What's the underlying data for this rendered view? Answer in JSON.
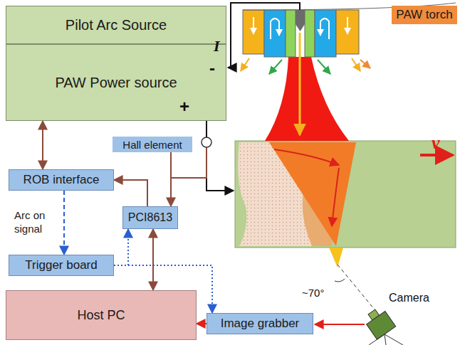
{
  "diagram": {
    "nodes": [
      {
        "text": [
          "Pilot Arc Source"
        ]
      },
      {
        "text": [
          "PAW Power source"
        ]
      },
      {
        "text": [
          "ROB interface"
        ]
      },
      {
        "text": [
          "PCI8613"
        ]
      },
      {
        "text": [
          "Trigger board"
        ]
      },
      {
        "text": [
          "Host PC"
        ]
      },
      {
        "text": [
          "Image grabber"
        ]
      },
      {
        "text": [
          "Hall element"
        ]
      },
      {
        "text": [
          "PAW torch"
        ]
      }
    ],
    "edges": [
      {
        "from": 1,
        "to": 2,
        "arrow": "both"
      },
      {
        "from": 3,
        "to": 2,
        "arrow": "to"
      },
      {
        "from": 7,
        "to": 3,
        "arrow": "to"
      },
      {
        "from": 2,
        "to": 4,
        "label": "Arc on signal",
        "arrow": "to"
      },
      {
        "from": 4,
        "to": 3,
        "arrow": "to"
      },
      {
        "from": 4,
        "to": 6,
        "arrow": "to"
      },
      {
        "from": 3,
        "to": 5,
        "arrow": "both"
      },
      {
        "from": 6,
        "to": 5,
        "arrow": "to"
      }
    ],
    "labels": [
      "-",
      "+",
      "I",
      "Camera",
      "~70°",
      "v"
    ]
  }
}
